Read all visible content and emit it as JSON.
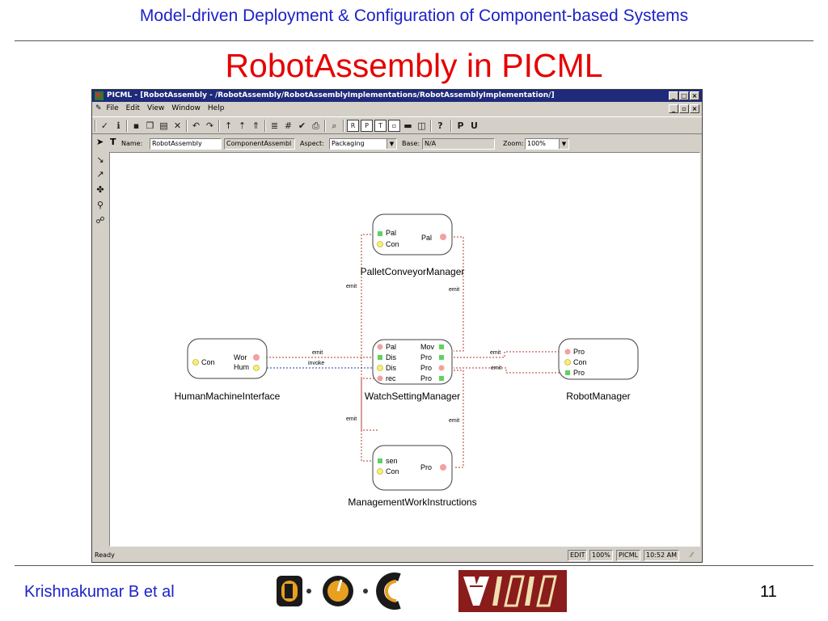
{
  "slide": {
    "header": "Model-driven Deployment & Configuration of Component-based Systems",
    "title": "RobotAssembly in PICML",
    "author": "Krishnakumar B et al",
    "page_number": "11"
  },
  "window": {
    "title": "PICML - [RobotAssembly - /RobotAssembly/RobotAssemblyImplementations/RobotAssemblyImplementation/]",
    "menu": [
      "File",
      "Edit",
      "View",
      "Window",
      "Help"
    ],
    "name_label": "Name:",
    "name_value": "RobotAssembly",
    "kind_value": "ComponentAssembl",
    "aspect_label": "Aspect:",
    "aspect_value": "Packaging",
    "base_label": "Base:",
    "base_value": "N/A",
    "zoom_label": "Zoom:",
    "zoom_value": "100%",
    "toolbar_letters": [
      "P",
      "U"
    ],
    "status": {
      "left": "Ready",
      "mode": "EDIT",
      "zoom": "100%",
      "paradigm": "PICML",
      "time": "10:52 AM"
    }
  },
  "diagram": {
    "components": {
      "pallet": {
        "name": "PalletConveyorManager",
        "left_ports": [
          "Pal",
          "Con"
        ],
        "right_ports": [
          "Pal"
        ]
      },
      "watch": {
        "name": "WatchSettingManager",
        "left_ports": [
          "Pal",
          "Dis",
          "Dis",
          "rec"
        ],
        "right_ports": [
          "Mov",
          "Pro",
          "Pro",
          "Pro"
        ]
      },
      "hmi": {
        "name": "HumanMachineInterface",
        "left_ports": [
          "Con"
        ],
        "right_ports": [
          "Wor",
          "Hum"
        ]
      },
      "robot": {
        "name": "RobotManager",
        "left_ports": [
          "Pro",
          "Con",
          "Pro"
        ]
      },
      "mgmt": {
        "name": "ManagementWorkInstructions",
        "left_ports": [
          "sen",
          "Con"
        ],
        "right_ports": [
          "Pro"
        ]
      }
    },
    "connection_labels": {
      "emit": "emit",
      "invoke": "invoke"
    },
    "colors": {
      "emit": "#b03a2e",
      "invoke": "#1f3fa0",
      "event_source": "#f2a0a0",
      "event_sink": "#5fd25f",
      "facet": "#f5f078"
    }
  }
}
